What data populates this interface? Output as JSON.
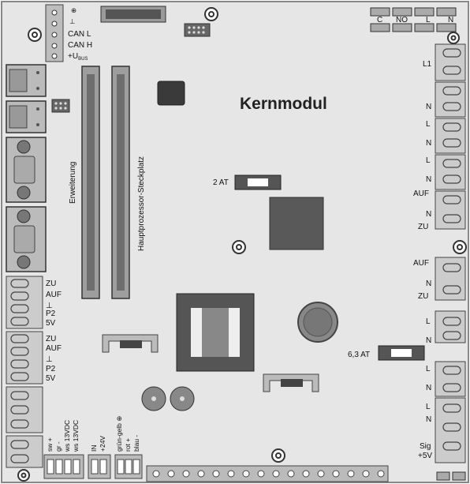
{
  "title": "Kernmodul",
  "can_labels": [
    "⊕",
    "⊥",
    "CAN L",
    "CAN H",
    "+U"
  ],
  "can_sub": "BUS",
  "relay_header": [
    "C",
    "NO",
    "L",
    "N"
  ],
  "right_labels": [
    "L1",
    "N",
    "L",
    "N",
    "L",
    "N",
    "AUF",
    "N",
    "ZU",
    "AUF",
    "N",
    "ZU",
    "L",
    "N",
    "L",
    "N",
    "L",
    "N",
    "Sig",
    "+5V"
  ],
  "left_labels_1": [
    "ZU",
    "AUF",
    "⊥",
    "P2",
    "5V"
  ],
  "left_labels_2": [
    "ZU",
    "AUF",
    "⊥",
    "P2",
    "5V"
  ],
  "slot_1": "Erweiterung",
  "slot_2": "Hauptprozessor-Steckplatz",
  "fuse_1": "2 AT",
  "fuse_2": "6,3 AT",
  "bottom_labels": [
    "sw +",
    "gr -",
    "ws 13VDC",
    "ws 13VDC",
    "IN",
    "+24V",
    "grün-gelb ⊕",
    "rot +",
    "blau -"
  ]
}
